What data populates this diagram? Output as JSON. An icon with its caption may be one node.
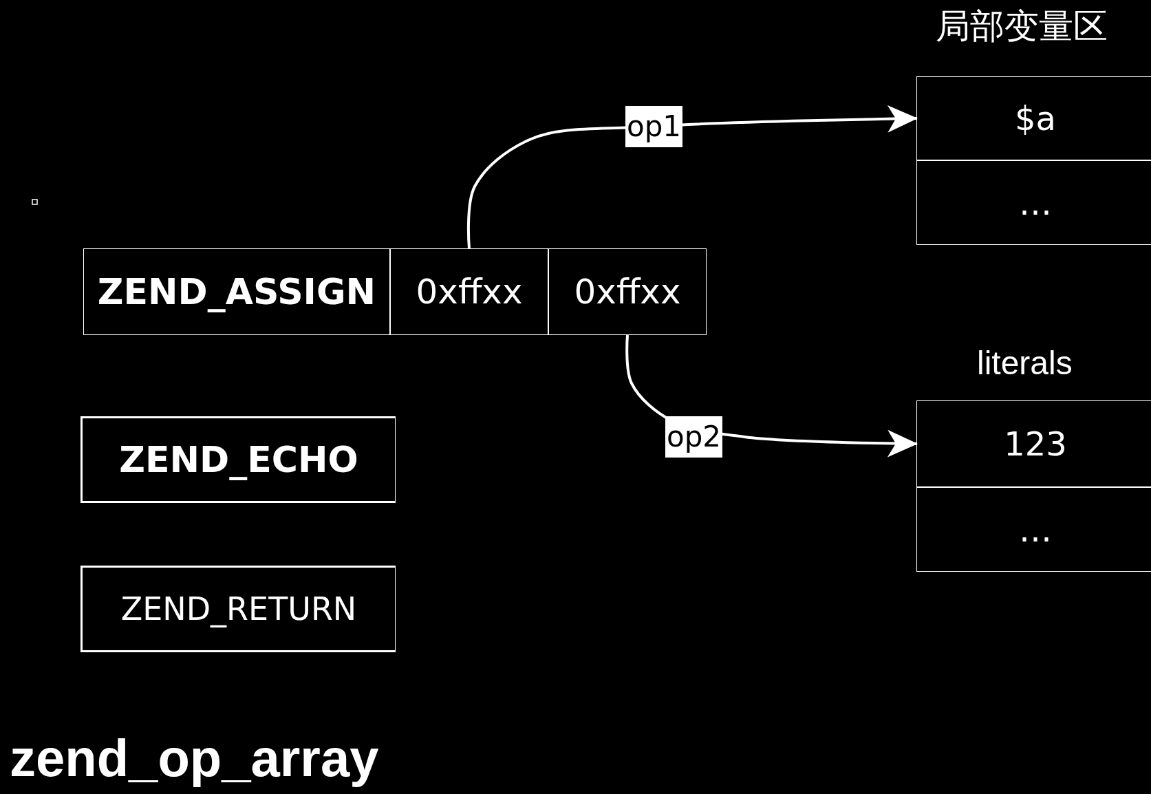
{
  "diagram": {
    "title": "zend_op_array",
    "nodes": [
      {
        "text": [
          "ZEND_ASSIGN"
        ]
      },
      {
        "text": [
          "0xffxx"
        ]
      },
      {
        "text": [
          "0xffxx"
        ]
      },
      {
        "text": [
          "ZEND_ECHO"
        ]
      },
      {
        "text": [
          "ZEND_RETURN"
        ]
      },
      {
        "text": [
          "$a"
        ]
      },
      {
        "text": [
          "…"
        ]
      },
      {
        "text": [
          "123"
        ]
      },
      {
        "text": [
          "…"
        ]
      }
    ],
    "edges": [
      {
        "from": 1,
        "to": 5,
        "arrow": "to",
        "label": "op1"
      },
      {
        "from": 2,
        "to": 7,
        "arrow": "to",
        "label": "op2"
      }
    ],
    "labels": [
      "局部变量区",
      "literals"
    ]
  }
}
